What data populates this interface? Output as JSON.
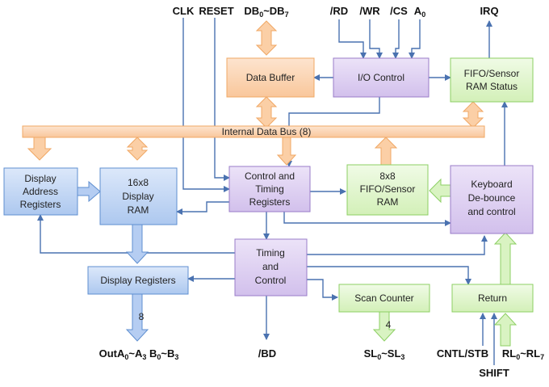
{
  "blocks": {
    "data_buffer": "Data Buffer",
    "io_control": "I/O Control",
    "fifo_status": [
      "FIFO/Sensor",
      "RAM Status"
    ],
    "internal_bus": "Internal Data Bus (8)",
    "display_address": [
      "Display",
      "Address",
      "Registers"
    ],
    "display_ram": [
      "16x8",
      "Display",
      "RAM"
    ],
    "control_timing_regs": [
      "Control and",
      "Timing",
      "Registers"
    ],
    "fifo_ram": [
      "8x8",
      "FIFO/Sensor",
      "RAM"
    ],
    "keyboard": [
      "Keyboard",
      "De-bounce",
      "and control"
    ],
    "display_registers": "Display Registers",
    "timing_control": [
      "Timing",
      "and",
      "Control"
    ],
    "scan_counter": "Scan Counter",
    "return": "Return"
  },
  "signals": {
    "clk": "CLK",
    "reset": "RESET",
    "db_prefix": "DB",
    "db_sub0": "0",
    "db_sep": "~DB",
    "db_sub7": "7",
    "rd": "/RD",
    "wr": "/WR",
    "cs": "/CS",
    "a0_prefix": "A",
    "a0_sub": "0",
    "irq": "IRQ",
    "bd": "/BD",
    "out_prefix": "OutA",
    "out_sub0": "0",
    "out_sep": "~A",
    "out_sub3": "3",
    "out_b": " B",
    "out_subb0": "0",
    "out_sep2": "~B",
    "out_subb3": "3",
    "sl_prefix": "SL",
    "sl_sub0": "0",
    "sl_sep": "~SL",
    "sl_sub3": "3",
    "cntl_stb": "CNTL/STB",
    "shift": "SHIFT",
    "rl_prefix": "RL",
    "rl_sub0": "0",
    "rl_sep": "~RL",
    "rl_sub7": "7",
    "bus_width_8": "8",
    "bus_width_4": "4"
  },
  "colors": {
    "orange": "#fbd5b5",
    "orange_border": "#f4a460",
    "purple": "#e0d3f2",
    "purple_border": "#9a7cc8",
    "green": "#e4f7d2",
    "green_border": "#8ccf63",
    "blue": "#c7daf5",
    "blue_border": "#5f8fd0",
    "line": "#4a72b0"
  }
}
